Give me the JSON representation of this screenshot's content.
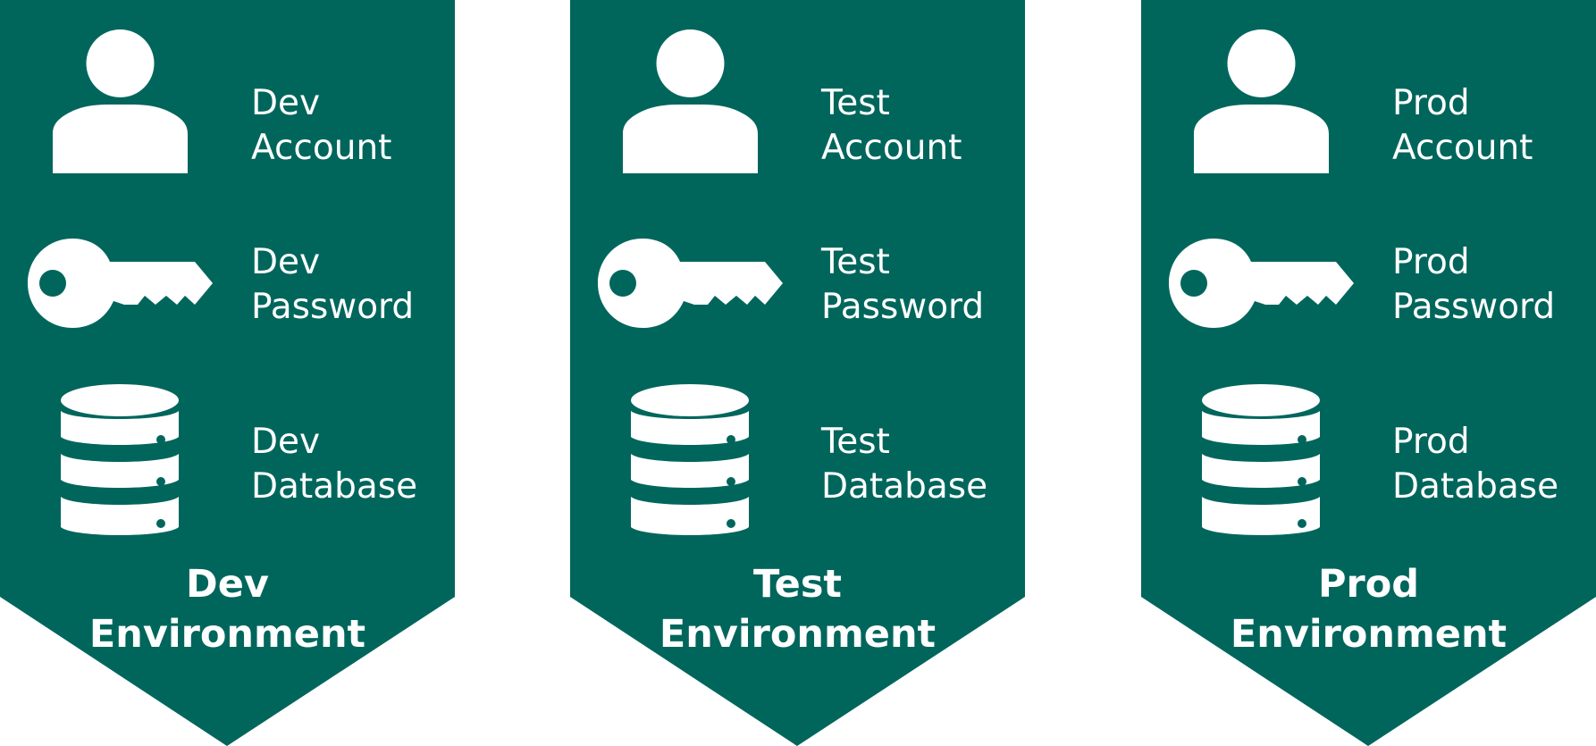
{
  "colors": {
    "banner_fill": "#00665c",
    "foreground": "#ffffff",
    "background": "#ffffff"
  },
  "environments": [
    {
      "account": [
        "Dev",
        "Account"
      ],
      "password": [
        "Dev",
        "Password"
      ],
      "database": [
        "Dev",
        "Database"
      ],
      "title": [
        "Dev",
        "Environment"
      ]
    },
    {
      "account": [
        "Test",
        "Account"
      ],
      "password": [
        "Test",
        "Password"
      ],
      "database": [
        "Test",
        "Database"
      ],
      "title": [
        "Test",
        "Environment"
      ]
    },
    {
      "account": [
        "Prod",
        "Account"
      ],
      "password": [
        "Prod",
        "Password"
      ],
      "database": [
        "Prod",
        "Database"
      ],
      "title": [
        "Prod",
        "Environment"
      ]
    }
  ],
  "icons": {
    "account": "person-icon",
    "password": "key-icon",
    "database": "database-icon"
  }
}
